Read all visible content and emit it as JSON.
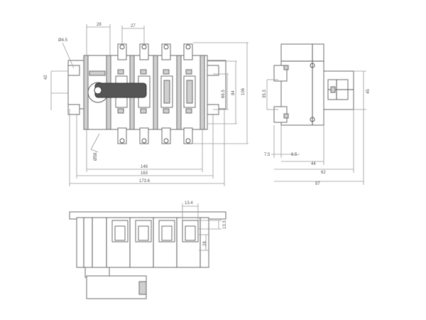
{
  "dims": {
    "pitch_28": "28",
    "pitch_27": "27",
    "hole_dia": "Ø4.5",
    "left_42": "42",
    "h_66_5": "66.5",
    "h_84": "84",
    "h_106": "106",
    "handle_dia": "Ø58",
    "w_148": "148",
    "w_163": "163",
    "w_173_6": "173.6",
    "side_35_3": "35.3",
    "side_45": "45",
    "side_7_5": "7.5",
    "side_6_5": "6.5",
    "side_44": "44",
    "side_62": "62",
    "side_97": "97",
    "bot_13_4": "13.4",
    "bot_13_3": "13.3",
    "bot_28": "28"
  }
}
